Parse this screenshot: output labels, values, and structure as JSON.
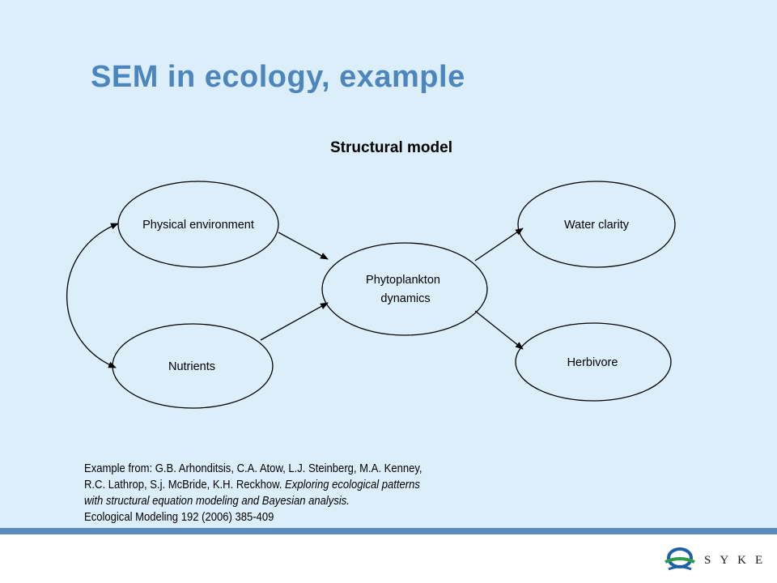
{
  "slide": {
    "title": "SEM in ecology, example",
    "subtitle": "Structural model"
  },
  "diagram": {
    "nodes": {
      "physical_environment": "Physical environment",
      "nutrients": "Nutrients",
      "phytoplankton_line1": "Phytoplankton",
      "phytoplankton_line2": "dynamics",
      "water_clarity": "Water clarity",
      "herbivore": "Herbivore"
    },
    "edges": [
      {
        "from": "Physical environment",
        "to": "Phytoplankton dynamics",
        "type": "directed"
      },
      {
        "from": "Nutrients",
        "to": "Phytoplankton dynamics",
        "type": "directed"
      },
      {
        "from": "Phytoplankton dynamics",
        "to": "Water clarity",
        "type": "directed"
      },
      {
        "from": "Phytoplankton dynamics",
        "to": "Herbivore",
        "type": "directed"
      },
      {
        "from": "Physical environment",
        "to": "Nutrients",
        "type": "bidirectional-curved"
      }
    ]
  },
  "citation": {
    "line1": "Example from: G.B. Arhonditsis, C.A. Atow, L.J. Steinberg, M.A. Kenney,",
    "line2_plain": "R.C. Lathrop, S.j. McBride, K.H. Reckhow. ",
    "line2_italic": "Exploring ecological patterns",
    "line3_italic": "with structural equation modeling and Bayesian analysis.",
    "line4": "Ecological Modeling 192 (2006) 385-409"
  },
  "logo": {
    "text": "SYKE",
    "colors": {
      "blue": "#1f5fa8",
      "green": "#2e9c4a"
    }
  },
  "colors": {
    "background": "#dceefa",
    "title": "#4d86bc",
    "rule": "#5b8bbd"
  }
}
